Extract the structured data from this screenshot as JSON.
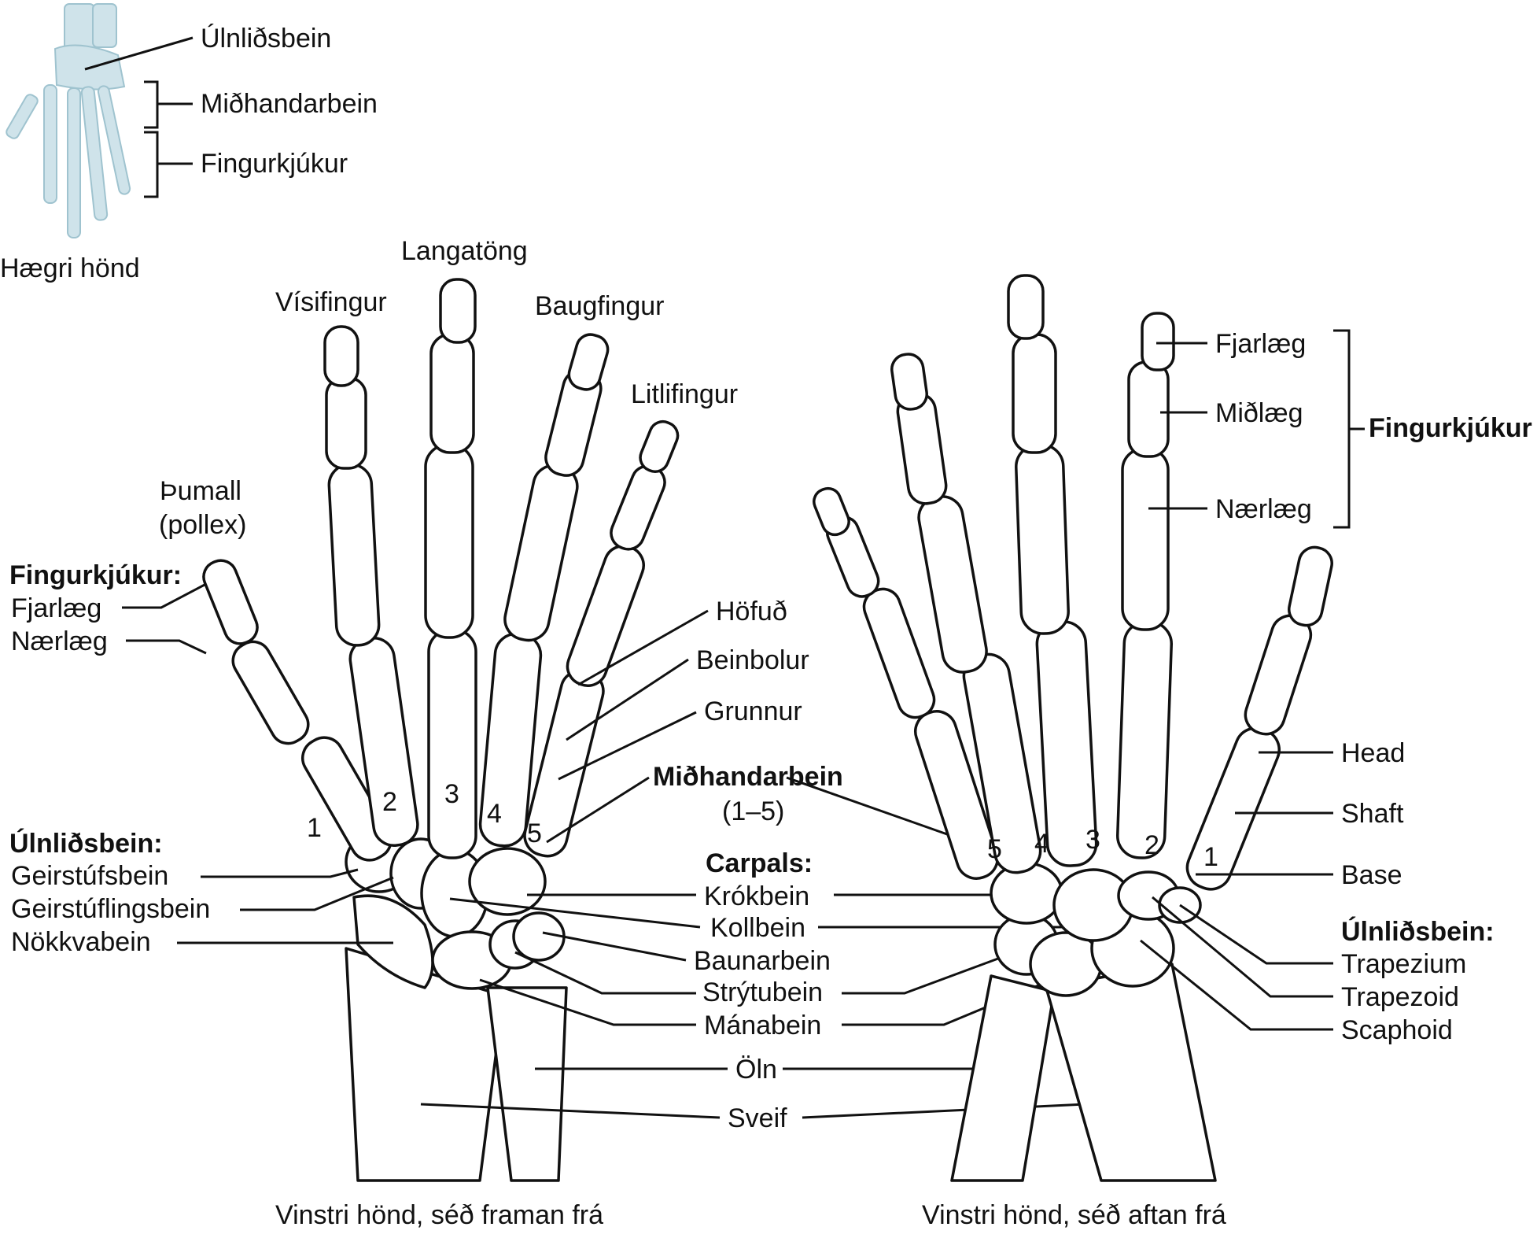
{
  "inset": {
    "caption": "Hægri hönd",
    "labels": [
      "Úlnliðsbein",
      "Miðhandarbein",
      "Fingurkjúkur"
    ]
  },
  "finger_names": {
    "thumb": "Þumall",
    "thumb_latin": "(pollex)",
    "index": "Vísifingur",
    "middle": "Langatöng",
    "ring": "Baugfingur",
    "little": "Litlifingur"
  },
  "left_labels": {
    "phalanges_heading": "Fingurkjúkur:",
    "distal": "Fjarlæg",
    "proximal": "Nærlæg",
    "carpals_heading": "Úlnliðsbein:",
    "trapezium": "Geirstúfsbein",
    "trapezoid": "Geirstúflingsbein",
    "scaphoid": "Nökkvabein"
  },
  "center_labels": {
    "head": "Höfuð",
    "shaft": "Beinbolur",
    "base": "Grunnur",
    "metacarpals": "Miðhandarbein",
    "metacarpals_range": "(1–5)",
    "carpals_heading": "Carpals:",
    "hamate": "Krókbein",
    "capitate": "Kollbein",
    "pisiform": "Baunarbein",
    "triquetrum": "Strýtubein",
    "lunate": "Mánabein",
    "ulna": "Öln",
    "radius": "Sveif"
  },
  "right_labels": {
    "distal": "Fjarlæg",
    "middle": "Miðlæg",
    "proximal": "Nærlæg",
    "phalanges": "Fingurkjúkur",
    "head": "Head",
    "shaft": "Shaft",
    "base": "Base",
    "carpals_heading": "Úlnliðsbein:",
    "trapezium": "Trapezium",
    "trapezoid": "Trapezoid",
    "scaphoid": "Scaphoid"
  },
  "metacarpal_numbers": [
    "1",
    "2",
    "3",
    "4",
    "5"
  ],
  "captions": {
    "anterior": "Vinstri hönd, séð framan frá",
    "posterior": "Vinstri hönd, séð aftan frá"
  }
}
